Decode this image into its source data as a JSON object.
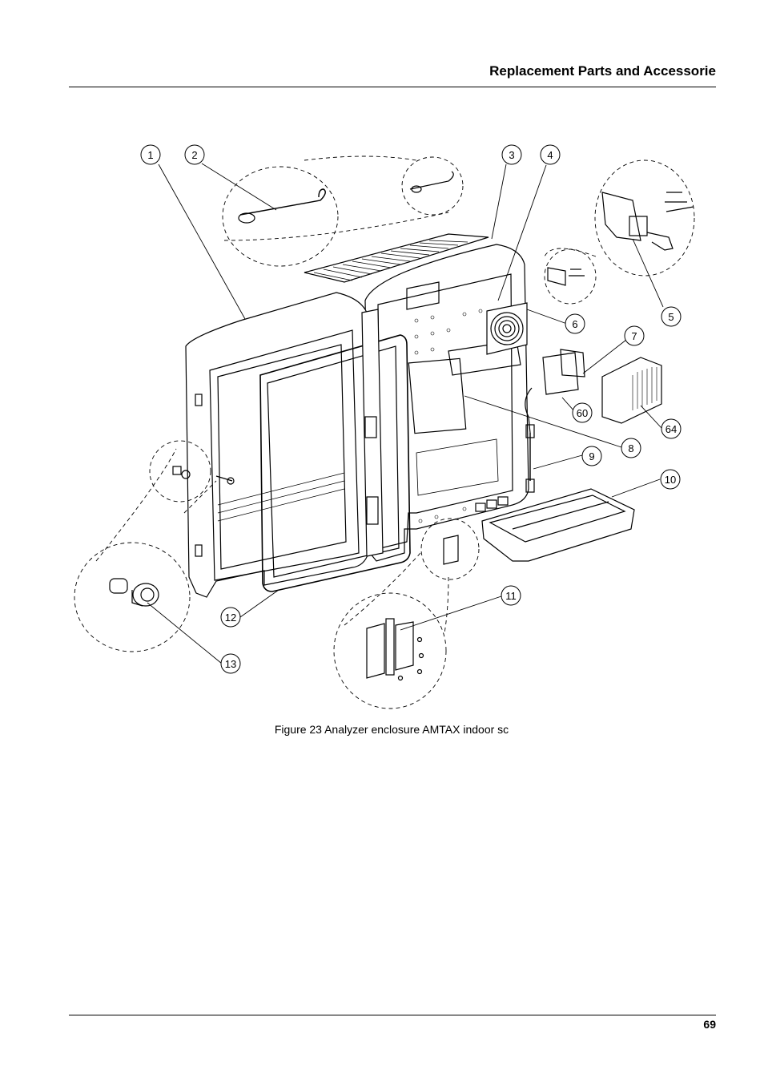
{
  "header": {
    "title": "Replacement Parts and Accessorie"
  },
  "figure": {
    "caption": "Figure 23 Analyzer enclosure AMTAX indoor sc",
    "callouts": [
      "1",
      "2",
      "3",
      "4",
      "5",
      "6",
      "7",
      "60",
      "64",
      "8",
      "9",
      "10",
      "11",
      "12",
      "13"
    ]
  },
  "footer": {
    "page_number": "69"
  }
}
